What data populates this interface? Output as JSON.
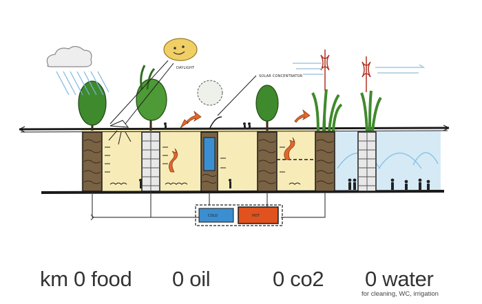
{
  "annotations": {
    "daylight": "DAYLIGHT",
    "solar_concentrator": "SOLAR CONCENTRATOR",
    "cold_tank": "COLD",
    "hot_tank": "HOT"
  },
  "captions": [
    {
      "id": "food",
      "text": "km 0 food"
    },
    {
      "id": "oil",
      "text": "0 oil"
    },
    {
      "id": "co2",
      "text": "0 co2"
    },
    {
      "id": "water",
      "text": "0 water",
      "subtext": "for cleaning, WC, irrigation"
    }
  ],
  "colors": {
    "interior": "#f7ecb8",
    "soil": "#7a6244",
    "line": "#1a1a1a",
    "tree": "#3f8a2c",
    "sun": "#f0cf66",
    "arrow_hot": "#e0682c",
    "water": "#a8d4ec",
    "cold_tank": "#3b8fd0",
    "hot_tank": "#e0521e",
    "text": "#333333"
  }
}
